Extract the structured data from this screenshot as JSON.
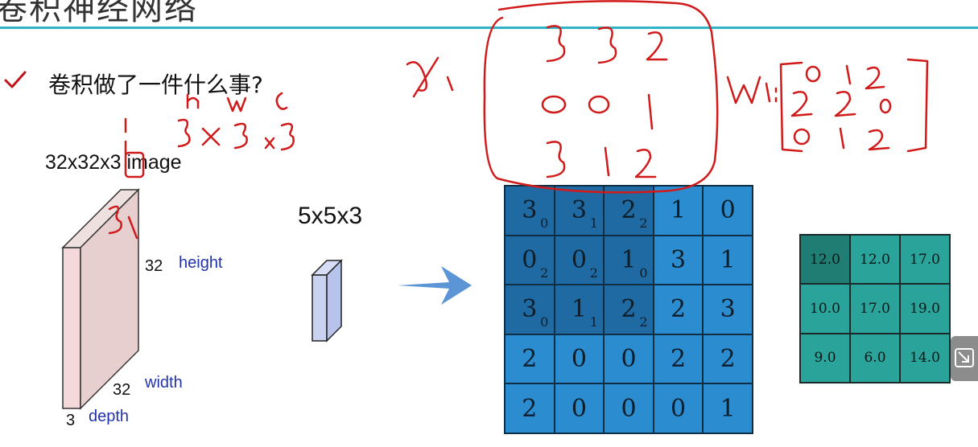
{
  "header": {
    "title": "卷积神经网络"
  },
  "slide": {
    "question": "卷积做了一件什么事?",
    "volume": {
      "label": "32x32x3 image",
      "height_num": "32",
      "height_word": "height",
      "width_num": "32",
      "width_word": "width",
      "depth_num": "3",
      "depth_word": "depth"
    },
    "filter": {
      "label": "5x5x3"
    }
  },
  "input_grid": {
    "rows": [
      [
        {
          "v": "3",
          "s": "0"
        },
        {
          "v": "3",
          "s": "1"
        },
        {
          "v": "2",
          "s": "2"
        },
        {
          "v": "1",
          "s": ""
        },
        {
          "v": "0",
          "s": ""
        }
      ],
      [
        {
          "v": "0",
          "s": "2"
        },
        {
          "v": "0",
          "s": "2"
        },
        {
          "v": "1",
          "s": "0"
        },
        {
          "v": "3",
          "s": ""
        },
        {
          "v": "1",
          "s": ""
        }
      ],
      [
        {
          "v": "3",
          "s": "0"
        },
        {
          "v": "1",
          "s": "1"
        },
        {
          "v": "2",
          "s": "2"
        },
        {
          "v": "2",
          "s": ""
        },
        {
          "v": "3",
          "s": ""
        }
      ],
      [
        {
          "v": "2",
          "s": ""
        },
        {
          "v": "0",
          "s": ""
        },
        {
          "v": "0",
          "s": ""
        },
        {
          "v": "2",
          "s": ""
        },
        {
          "v": "2",
          "s": ""
        }
      ],
      [
        {
          "v": "2",
          "s": ""
        },
        {
          "v": "0",
          "s": ""
        },
        {
          "v": "0",
          "s": ""
        },
        {
          "v": "0",
          "s": ""
        },
        {
          "v": "1",
          "s": ""
        }
      ]
    ]
  },
  "output_grid": {
    "rows": [
      [
        "12.0",
        "12.0",
        "17.0"
      ],
      [
        "10.0",
        "17.0",
        "19.0"
      ],
      [
        "9.0",
        "6.0",
        "14.0"
      ]
    ]
  },
  "handwriting": {
    "hwc": "h w c",
    "hwc_values": "3x3x3",
    "x1_label": "x1",
    "x1_matrix": [
      [
        "3",
        "3",
        "2"
      ],
      [
        "0",
        "0",
        "1"
      ],
      [
        "3",
        "1",
        "2"
      ]
    ],
    "w1_label": "W1:",
    "w1_matrix": [
      [
        "0",
        "1",
        "2"
      ],
      [
        "2",
        "2",
        "0"
      ],
      [
        "0",
        "1",
        "2"
      ]
    ]
  },
  "colors": {
    "accent_line": "#2fb3c6",
    "cell_blue": "#2b8ccf",
    "cell_blue_active": "#1f6aa3",
    "cell_teal": "#2aa39a",
    "ink_red": "#d11a1a"
  }
}
